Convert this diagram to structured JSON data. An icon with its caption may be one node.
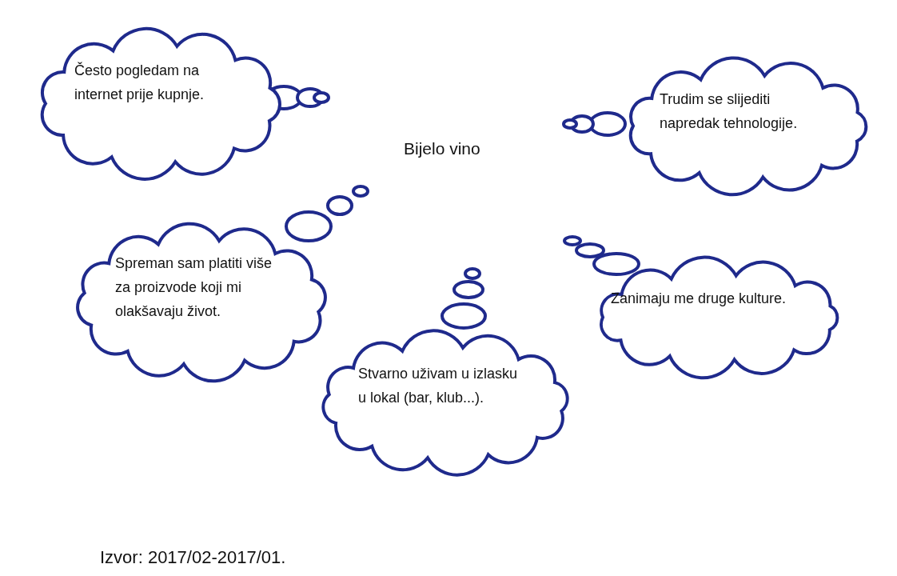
{
  "diagram": {
    "caption": "Izvor: 2017/02-2017/01.",
    "nodes": [
      {
        "text": [
          "Često pogledam na internet prije kupnje."
        ]
      },
      {
        "text": [
          "Trudim se slijediti napredak tehnologije."
        ]
      },
      {
        "text": [
          "Spreman sam platiti više za proizvode koji mi olakšavaju život."
        ]
      },
      {
        "text": [
          "Stvarno uživam u izlasku u lokal (bar, klub...)."
        ]
      },
      {
        "text": [
          "Zanimaju me druge kulture."
        ]
      }
    ],
    "labels": [
      "Bijelo vino"
    ]
  }
}
